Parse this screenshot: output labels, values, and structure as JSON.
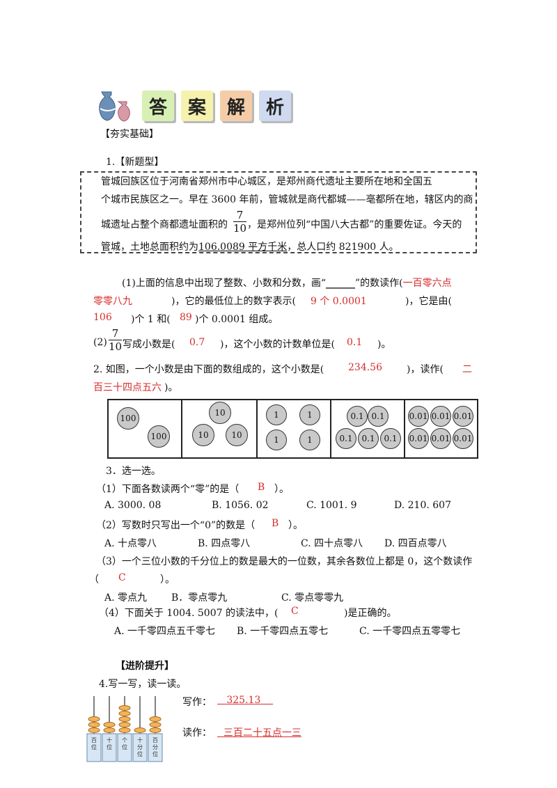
{
  "header": {
    "tiles": [
      "答",
      "案",
      "解",
      "析"
    ]
  },
  "section1": {
    "title": "【夯实基础】"
  },
  "q1": {
    "label": "1.【新题型】",
    "passage": {
      "l1": "管城回族区位于河南省郑州市中心城区，是郑州商代遗址主要所在地和全国五",
      "l2": "个城市民族区之一。早在 3600 年前，管城就是商代都城——亳都所在地，辖区内的商",
      "l3a": "城遗址占整个商都遗址面积的",
      "frac_num": "7",
      "frac_den": "10",
      "l3b": "，是郑州位列“中国八大古都”的重要佐证。今天的",
      "l4a": "管城，土地总面积约为",
      "l4u": "106.0089 平方千米",
      "l4b": "，总人口约 821900 人。"
    },
    "p1": {
      "a": "(1)上面的信息中出现了整数、小数和分数，画“",
      "blank": "______",
      "b": "”的数读作(",
      "ans1a": "一百零六点",
      "ans1b": "零零八九",
      "c": ")，它的最低位上的数字表示(",
      "ans2": "9 个 0.0001",
      "d": ")，它是由(",
      "ans3": "106",
      "e": ")个 1 和(",
      "ans4": "89",
      "f": ")个 0.0001 组成。"
    },
    "p2": {
      "a": "(2)",
      "frac_num": "7",
      "frac_den": "10",
      "b": "写成小数是(",
      "ans1": "0.7",
      "c": ")，这个小数的计数单位是(",
      "ans2": "0.1",
      "d": ")。"
    }
  },
  "q2": {
    "a": "2. 如图，一个小数是由下面的数组成的，这个小数是(",
    "ans1": "234.56",
    "b": ")，读作(",
    "ans2a": "二",
    "ans2b": "百三十四点五六",
    "c": ")。",
    "coins": {
      "c100": "100",
      "c10": "10",
      "c1": "1",
      "c01": "0.1",
      "c001": "0.01"
    }
  },
  "q3": {
    "title": "3．选一选。",
    "s1": {
      "a": "（1）下面各数读两个“零”的是（",
      "ans": "B",
      "b": "）。"
    },
    "s1_opts": [
      "A. 3000. 08",
      "B. 1056. 02",
      "C. 1001. 9",
      "D. 210. 607"
    ],
    "s2": {
      "a": "（2）写数时只写出一个“0”的数是（",
      "ans": "B",
      "b": "）。"
    },
    "s2_opts": [
      "A. 十点零八",
      "B. 四点零八",
      "C. 四十点零八",
      "D. 四百点零八"
    ],
    "s3": {
      "a": "（3）一个三位小数的千分位上的数是最大的一位数，其余各数位上都是 0，这个数读作",
      "b": "（",
      "ans": "C",
      "c": "）。"
    },
    "s3_opts": [
      "A. 零点九",
      "B．零点零九",
      "C. 零点零零九"
    ],
    "s4": {
      "a": "（4）下面关于 1004. 5007 的读法中，(",
      "ans": "C",
      "b": ")是正确的。"
    },
    "s4_opts": [
      "A. 一千零四点五千零七",
      "B. 一千零四点五零七",
      "C. 一千零四点五零零七"
    ]
  },
  "section2": {
    "title": "【进阶提升】"
  },
  "q4": {
    "title": "4.写一写，读一读。",
    "write_label": "写作：",
    "write_ans": "325.13",
    "read_label": "读作：",
    "read_ans": "三百二十五点一三",
    "abacus_labels": [
      "百位",
      "十位",
      "个位",
      "十分位",
      "百分位"
    ],
    "abacus_beads": [
      3,
      2,
      5,
      1,
      3
    ]
  }
}
